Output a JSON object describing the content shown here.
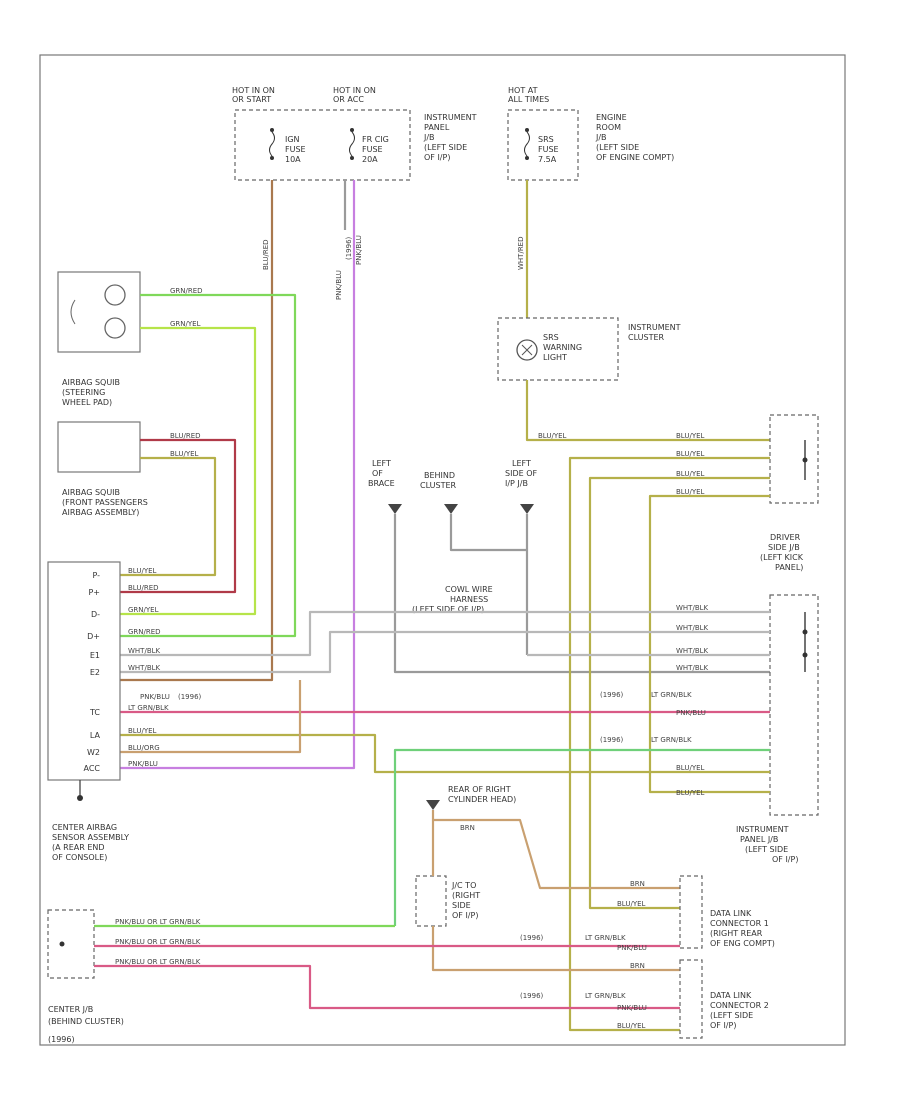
{
  "colors": {
    "green_red": "#7fd85a",
    "green_yellow": "#b6e44a",
    "blue_red": "#b03a48",
    "blue_yellow": "#b5b04a",
    "white_black": "#b8b8b8",
    "pink_black": "#d95a86",
    "purple": "#c77fe0",
    "brown": "#a9784e",
    "blue_orange": "#c9a070",
    "lt_green_black": "#6fd07a",
    "grey_wire": "#9a9a9a",
    "frame": "#777777"
  },
  "power": {
    "hot1": "HOT IN ON",
    "hot1_sub": "OR START",
    "hot2": "HOT IN ON",
    "hot2_sub": "OR ACC",
    "hot3": "HOT AT",
    "hot3_sub": "ALL TIMES",
    "fuse1": [
      "IGN",
      "FUSE",
      "10A"
    ],
    "fuse2": [
      "FR CIG",
      "FUSE",
      "20A"
    ],
    "fuse3": [
      "SRS",
      "FUSE",
      "7.5A"
    ],
    "ip_jb": [
      "INSTRUMENT",
      "PANEL",
      "J/B",
      "(LEFT SIDE",
      "OF I/P)"
    ],
    "er_jb": [
      "ENGINE",
      "ROOM",
      "J/B",
      "(LEFT SIDE",
      "OF ENGINE COMPT)"
    ],
    "wire1": "BLU/RED",
    "wire2a": "PNK/BLU",
    "wire2b": "(1996)",
    "wire2c": "PNK/BLU",
    "wire3": "WHT/RED"
  },
  "components": {
    "steering_airbag": [
      "AIRBAG SQUIB",
      "(STEERING",
      "WHEEL PAD)"
    ],
    "passenger_airbag": [
      "AIRBAG SQUIB",
      "(FRONT PASSENGERS",
      "AIRBAG ASSEMBLY)"
    ],
    "srs_light": [
      "INSTRUMENT",
      "CLUSTER"
    ],
    "srs_lamp": [
      "SRS",
      "WARNING",
      "LIGHT"
    ],
    "ground_left": [
      "LEFT",
      "OF",
      "BRACE"
    ],
    "ground_center": [
      "BEHIND",
      "CLUSTER"
    ],
    "ground_right": [
      "LEFT",
      "SIDE OF",
      "I/P J/B"
    ],
    "cowl": [
      "COWL WIRE",
      "HARNESS",
      "(LEFT SIDE OF I/P)"
    ],
    "driver_jb": [
      "DRIVER",
      "SIDE J/B",
      "(LEFT KICK",
      "PANEL)"
    ],
    "sensor": [
      "CENTER AIRBAG",
      "SENSOR ASSEMBLY",
      "(A REAR END",
      "OF CONSOLE)"
    ],
    "ip_jb2": [
      "INSTRUMENT",
      "PANEL J/B",
      "(LEFT SIDE",
      "OF I/P)"
    ],
    "cyl_head": [
      "REAR OF RIGHT",
      "CYLINDER HEAD)"
    ],
    "jc": [
      "J/C TO",
      "(RIGHT",
      "SIDE",
      "OF I/P)"
    ],
    "dlc1": [
      "DATA LINK",
      "CONNECTOR 1",
      "(RIGHT REAR",
      "OF ENG COMPT)"
    ],
    "dlc2": [
      "DATA LINK",
      "CONNECTOR 2",
      "(LEFT SIDE",
      "OF I/P)"
    ],
    "center_jb": [
      "CENTER J/B",
      "(BEHIND CLUSTER)"
    ]
  },
  "squib_wires": {
    "s1": "GRN/RED",
    "s2": "GRN/YEL",
    "p1": "BLU/RED",
    "p2": "BLU/YEL"
  },
  "sensor_pins": [
    "P-",
    "P+",
    "D-",
    "D+",
    "E1",
    "E2",
    "TC",
    "LA",
    "W2",
    "ACC"
  ],
  "sensor_wires": [
    "BLU/YEL",
    "BLU/RED",
    "GRN/YEL",
    "GRN/RED",
    "WHT/BLK",
    "WHT/BLK",
    "LT GRN/BLK",
    "BLU/YEL",
    "BLU/ORG",
    "PNK/BLU"
  ],
  "right_wires": {
    "a": "BLU/YEL",
    "b": "BLU/YEL",
    "c": "BLU/YEL",
    "d": "BLU/YEL",
    "e": "WHT/BLK",
    "f": "WHT/BLK",
    "g": "WHT/BLK",
    "h": "WHT/BLK",
    "i": "LT GRN/BLK",
    "j": "LT GRN/BLK",
    "k": "BLU/YEL",
    "l": "BLU/YEL",
    "year": "(1996)"
  },
  "bottom_wires": {
    "w1": "PNK/BLU OR LT GRN/BLK",
    "w2": "PNK/BLU OR LT GRN/BLK",
    "w3": "PNK/BLU OR LT GRN/BLK",
    "brn": "BRN",
    "ltgrn": "LT GRN/BLK",
    "pnkblu": "PNK/BLU",
    "bluyel": "BLU/YEL",
    "y1996": "(1996)"
  },
  "footer": "(1996)"
}
